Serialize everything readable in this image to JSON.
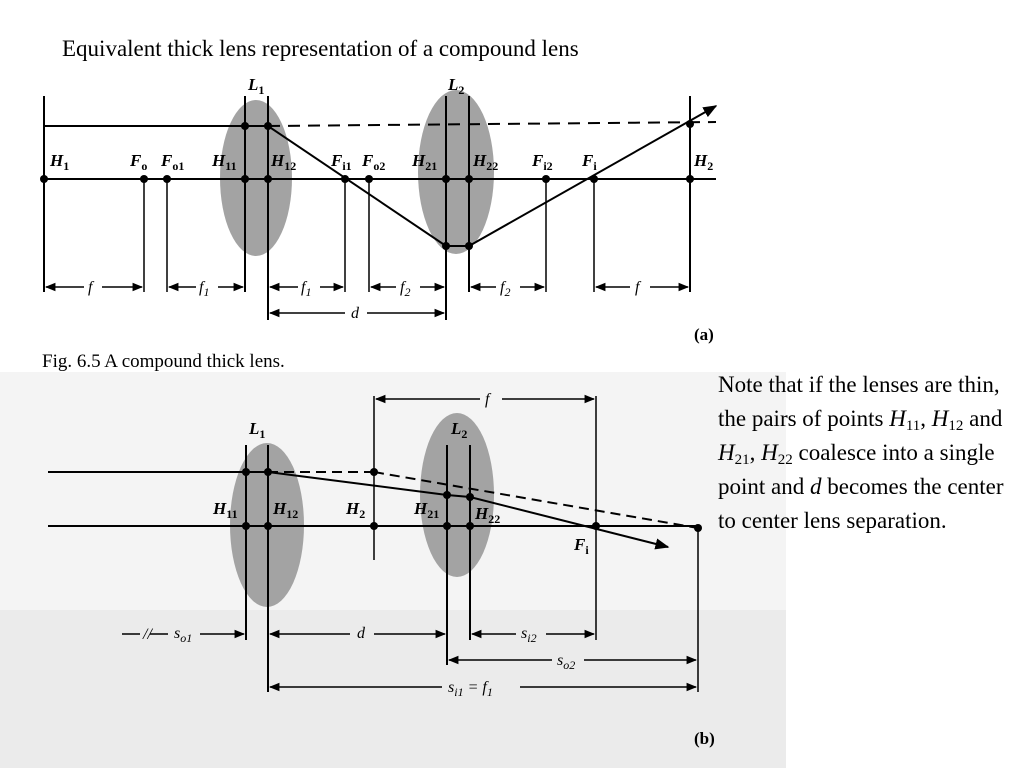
{
  "title": "Equivalent thick lens representation of a compound lens",
  "caption": "Fig. 6.5 A compound thick lens.",
  "note": {
    "t1": "Note that if the lenses are thin, the pairs of points ",
    "h11_sub": "11",
    "h12_sub": "12",
    "t2": " and ",
    "h21_sub": "21",
    "h22_sub": "22",
    "t3": " coalesce into a single point and ",
    "d": "d",
    "t4": " becomes the center to center lens separation."
  },
  "diagram_a": {
    "panel_label": "(a)",
    "lens1": "L",
    "lens1_sub": "1",
    "lens2": "L",
    "lens2_sub": "2",
    "points": {
      "H1": "H",
      "H1_sub": "1",
      "Fo": "F",
      "Fo_sub": "o",
      "Fo1": "F",
      "Fo1_sub": "o1",
      "H11": "H",
      "H11_sub": "11",
      "H12": "H",
      "H12_sub": "12",
      "Fi1": "F",
      "Fi1_sub": "i1",
      "Fo2": "F",
      "Fo2_sub": "o2",
      "H21": "H",
      "H21_sub": "21",
      "H22": "H",
      "H22_sub": "22",
      "Fi2": "F",
      "Fi2_sub": "i2",
      "Fi": "F",
      "Fi_sub": "i",
      "H2": "H",
      "H2_sub": "2"
    },
    "dims": {
      "f_left": "f",
      "f1_left": "f",
      "f1_left_sub": "1",
      "f1_right": "f",
      "f1_right_sub": "1",
      "f2_left": "f",
      "f2_left_sub": "2",
      "f2_right": "f",
      "f2_right_sub": "2",
      "f_right": "f",
      "d": "d"
    }
  },
  "diagram_b": {
    "panel_label": "(b)",
    "lens1": "L",
    "lens1_sub": "1",
    "lens2": "L",
    "lens2_sub": "2",
    "points": {
      "H11": "H",
      "H11_sub": "11",
      "H12": "H",
      "H12_sub": "12",
      "H2": "H",
      "H2_sub": "2",
      "H21": "H",
      "H21_sub": "21",
      "H22": "H",
      "H22_sub": "22",
      "Fi": "F",
      "Fi_sub": "i"
    },
    "dims": {
      "f_top": "f",
      "so1": "s",
      "so1_sub": "o1",
      "d": "d",
      "si2": "s",
      "si2_sub": "i2",
      "so2": "s",
      "so2_sub": "o2",
      "si1": "s",
      "si1_sub": "i1",
      "si1_eq": " = f",
      "si1_eq_sub": "1"
    }
  },
  "colors": {
    "lens_fill": "#a3a3a3",
    "ink": "#000000",
    "paper_b": "#f4f4f4"
  }
}
